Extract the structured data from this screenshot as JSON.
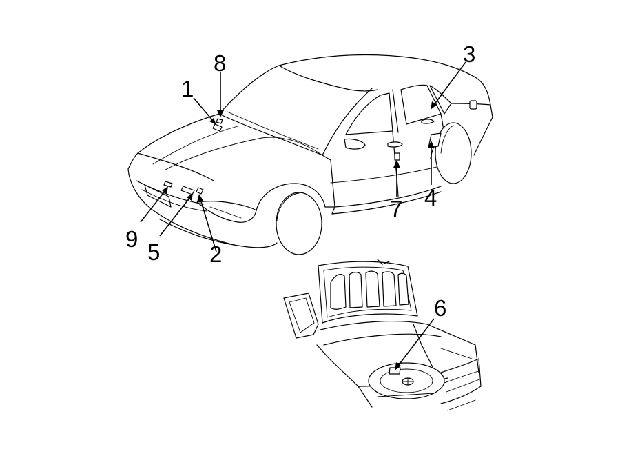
{
  "diagram": {
    "callouts": [
      {
        "id": "1",
        "label": "1"
      },
      {
        "id": "2",
        "label": "2"
      },
      {
        "id": "3",
        "label": "3"
      },
      {
        "id": "4",
        "label": "4"
      },
      {
        "id": "5",
        "label": "5"
      },
      {
        "id": "6",
        "label": "6"
      },
      {
        "id": "7",
        "label": "7"
      },
      {
        "id": "8",
        "label": "8"
      },
      {
        "id": "9",
        "label": "9"
      }
    ]
  }
}
